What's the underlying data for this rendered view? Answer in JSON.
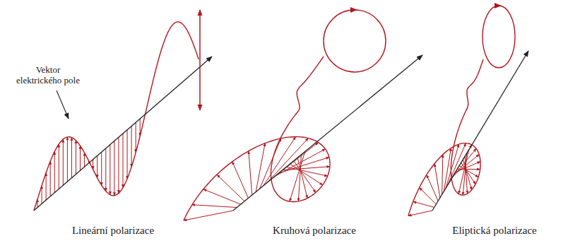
{
  "diagram": {
    "labels": [
      "Vektor elektrického pole",
      "Lineární polarizace",
      "Kruhová polarizace",
      "Eliptická polarizace"
    ]
  }
}
